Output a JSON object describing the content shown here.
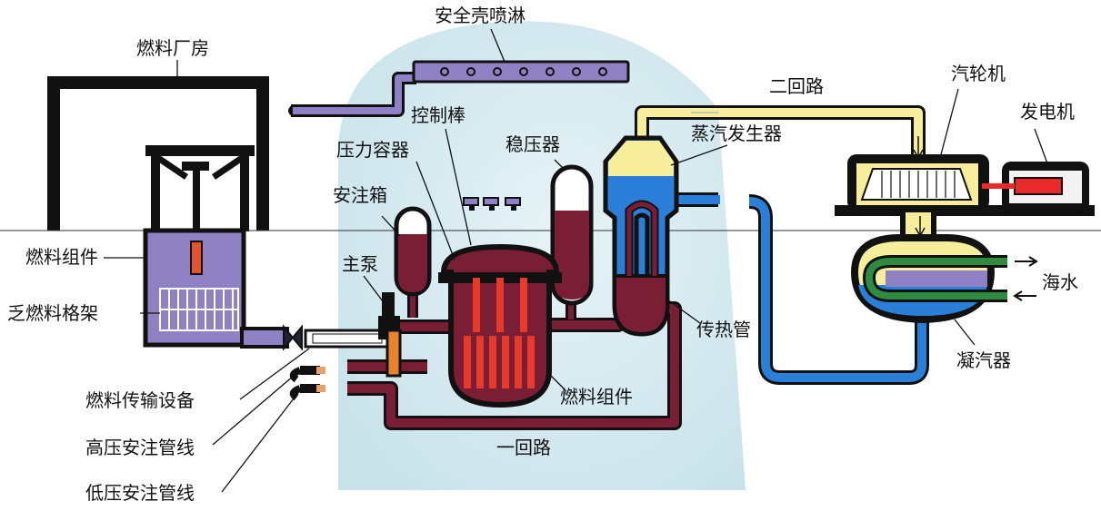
{
  "labels": {
    "fuel_building": "燃料厂房",
    "containment_spray": "安全壳喷淋",
    "control_rods": "控制棒",
    "pressure_vessel": "压力容器",
    "pressurizer": "稳压器",
    "steam_generator": "蒸汽发生器",
    "secondary_loop": "二回路",
    "turbine": "汽轮机",
    "generator": "发电机",
    "accumulator": "安注箱",
    "main_pump": "主泵",
    "fuel_assembly_pool": "燃料组件",
    "spent_fuel_rack": "乏燃料格架",
    "fuel_transfer": "燃料传输设备",
    "hp_injection": "高压安注管线",
    "lp_injection": "低压安注管线",
    "fuel_assembly_core": "燃料组件",
    "primary_loop": "一回路",
    "heat_tubes": "传热管",
    "seawater": "海水",
    "condenser": "凝汽器"
  },
  "colors": {
    "primary_loop": "#7a1e36",
    "core_rods": "#e83a2a",
    "secondary_steam": "#f7ee9c",
    "feedwater": "#2a7fd8",
    "seawater_loop": "#2f8b3f",
    "pool_water": "#8e82c4",
    "containment_bg": "#d7ecf2",
    "structure": "#111111"
  }
}
